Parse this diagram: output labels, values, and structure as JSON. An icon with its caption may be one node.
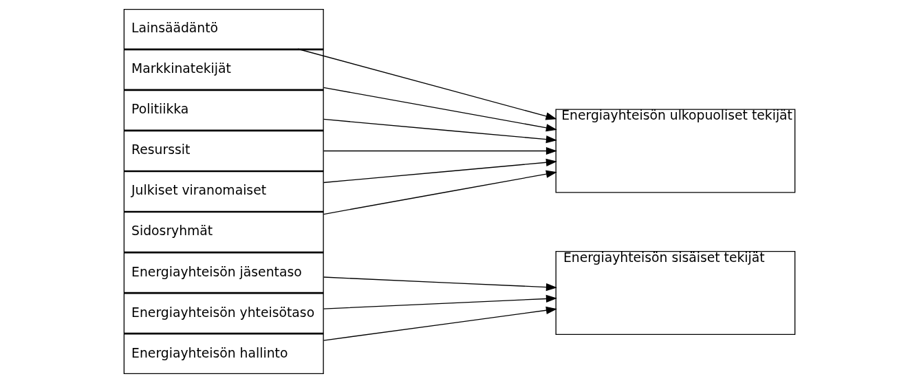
{
  "diagram": {
    "nodes": [
      {
        "text": [
          "Lainsäädäntö"
        ]
      },
      {
        "text": [
          "Markkinatekijät"
        ]
      },
      {
        "text": [
          "Politiikka"
        ]
      },
      {
        "text": [
          "Resurssit"
        ]
      },
      {
        "text": [
          "Julkiset viranomaiset"
        ]
      },
      {
        "text": [
          "Sidosryhmät"
        ]
      },
      {
        "text": [
          "Energiayhteisön jäsentaso"
        ]
      },
      {
        "text": [
          "Energiayhteisön yhteisötaso"
        ]
      },
      {
        "text": [
          "Energiayhteisön hallinto"
        ]
      },
      {
        "text": [
          "Energiayhteisön ulkopuoliset tekijät"
        ]
      },
      {
        "text": [
          "Energiayhteisön sisäiset tekijät"
        ]
      }
    ],
    "edges": [
      {
        "from": 0,
        "to": 9,
        "arrow": "to"
      },
      {
        "from": 1,
        "to": 9,
        "arrow": "to"
      },
      {
        "from": 2,
        "to": 9,
        "arrow": "to"
      },
      {
        "from": 3,
        "to": 9,
        "arrow": "to"
      },
      {
        "from": 4,
        "to": 9,
        "arrow": "to"
      },
      {
        "from": 5,
        "to": 9,
        "arrow": "to"
      },
      {
        "from": 6,
        "to": 10,
        "arrow": "to"
      },
      {
        "from": 7,
        "to": 10,
        "arrow": "to"
      },
      {
        "from": 8,
        "to": 10,
        "arrow": "to"
      }
    ]
  }
}
